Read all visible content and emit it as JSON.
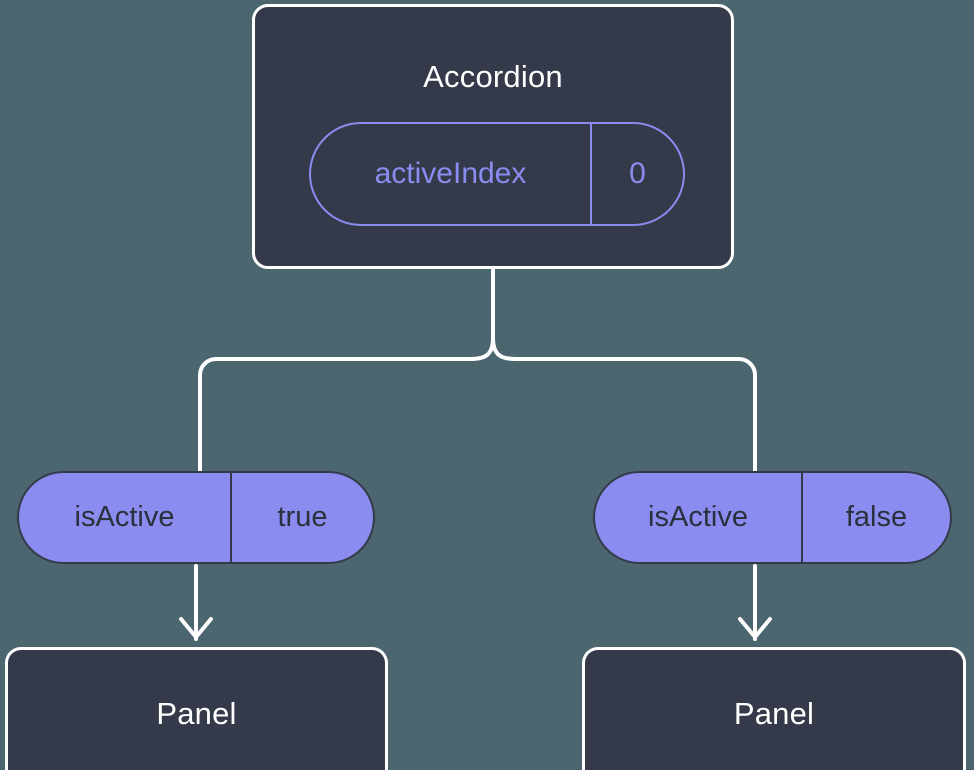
{
  "diagram": {
    "title_node": {
      "name": "component-node-accordion",
      "label": "Accordion",
      "state_pill": {
        "key": "activeIndex",
        "value": "0"
      }
    },
    "branches": [
      {
        "prop_pill": {
          "key": "isActive",
          "value": "true"
        },
        "child": {
          "label": "Panel"
        }
      },
      {
        "prop_pill": {
          "key": "isActive",
          "value": "false"
        },
        "child": {
          "label": "Panel"
        }
      }
    ]
  },
  "colors": {
    "background": "#4c6670",
    "node_fill": "#343a4a",
    "node_border": "#ffffff",
    "accent_purple": "#8b8cf0",
    "connector": "#ffffff",
    "pill_text_dark": "#2b303d"
  }
}
